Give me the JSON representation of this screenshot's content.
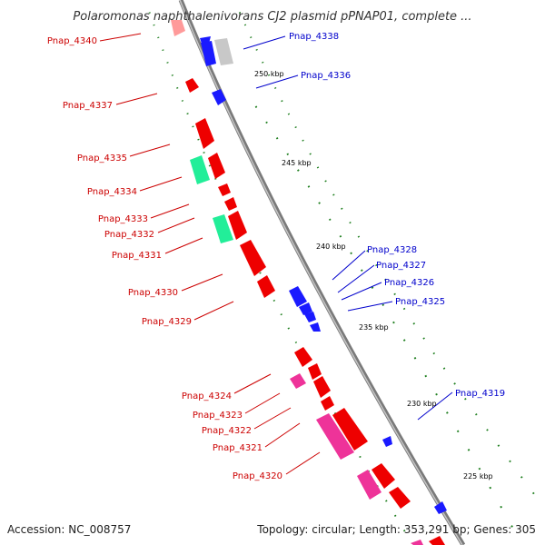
{
  "title": "Polaromonas naphthalenivorans CJ2 plasmid pPNAP01, complete ...",
  "footer": {
    "accession": "Accession: NC_008757",
    "summary": "Topology: circular; Length: 353,291 bp; Genes: 305"
  },
  "colors": {
    "reverse_label": "#cc0000",
    "forward_label": "#0000cc",
    "backbone": "#888888",
    "tick": "#228822",
    "gene_red": "#ee0000",
    "gene_blue": "#1a1aff",
    "gene_teal": "#22ee99",
    "gene_pink": "#ee3399",
    "gene_gray": "#c8c8c8"
  },
  "kbp_ticks": [
    "250 kbp",
    "245 kbp",
    "240 kbp",
    "235 kbp",
    "230 kbp",
    "225 kbp"
  ],
  "labels": {
    "p4340": "Pnap_4340",
    "p4338": "Pnap_4338",
    "p4336": "Pnap_4336",
    "p4337": "Pnap_4337",
    "p4335": "Pnap_4335",
    "p4334": "Pnap_4334",
    "p4333": "Pnap_4333",
    "p4332": "Pnap_4332",
    "p4331": "Pnap_4331",
    "p4328": "Pnap_4328",
    "p4327": "Pnap_4327",
    "p4326": "Pnap_4326",
    "p4325": "Pnap_4325",
    "p4330": "Pnap_4330",
    "p4329": "Pnap_4329",
    "p4324": "Pnap_4324",
    "p4323": "Pnap_4323",
    "p4322": "Pnap_4322",
    "p4321": "Pnap_4321",
    "p4319": "Pnap_4319",
    "p4320": "Pnap_4320"
  }
}
